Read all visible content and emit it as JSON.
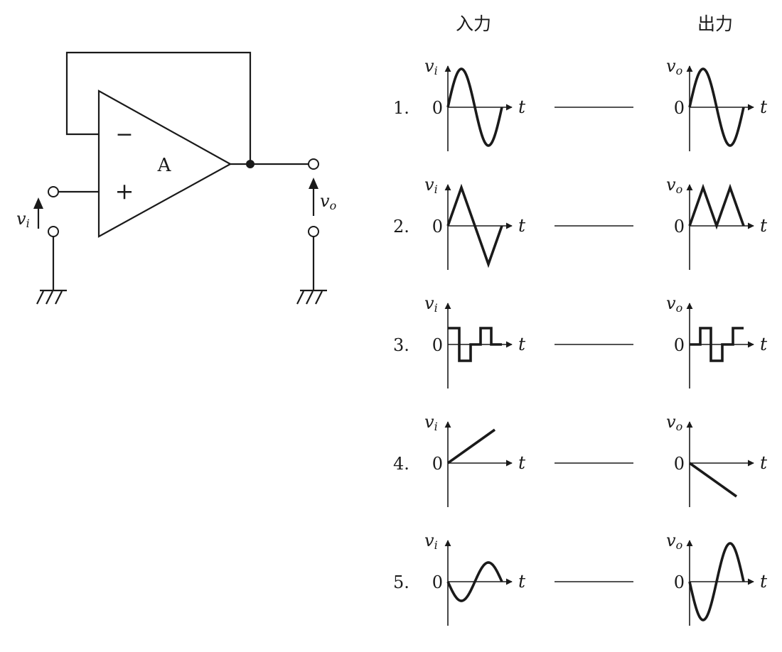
{
  "circuit": {
    "amp_label": "A",
    "minus_sign": "−",
    "plus_sign": "+",
    "input_voltage": {
      "main": "v",
      "sub": "i"
    },
    "output_voltage": {
      "main": "v",
      "sub": "o"
    }
  },
  "headers": {
    "input": "入力",
    "output": "出力"
  },
  "axis": {
    "zero": "0",
    "t": "t"
  },
  "input_label": {
    "main": "v",
    "sub": "i"
  },
  "output_label": {
    "main": "v",
    "sub": "o"
  },
  "options": [
    {
      "number": "1.",
      "input_wave": "sine-positive-first",
      "output_wave": "sine-positive-first"
    },
    {
      "number": "2.",
      "input_wave": "triangle-positive-first",
      "output_wave": "rectified-triangle"
    },
    {
      "number": "3.",
      "input_wave": "square-positive-first",
      "output_wave": "square-delayed"
    },
    {
      "number": "4.",
      "input_wave": "ramp-up",
      "output_wave": "ramp-down"
    },
    {
      "number": "5.",
      "input_wave": "sine-negative-first",
      "output_wave": "sine-negative-first-large"
    }
  ],
  "colors": {
    "ink": "#1a1a1a",
    "background": "#ffffff"
  }
}
